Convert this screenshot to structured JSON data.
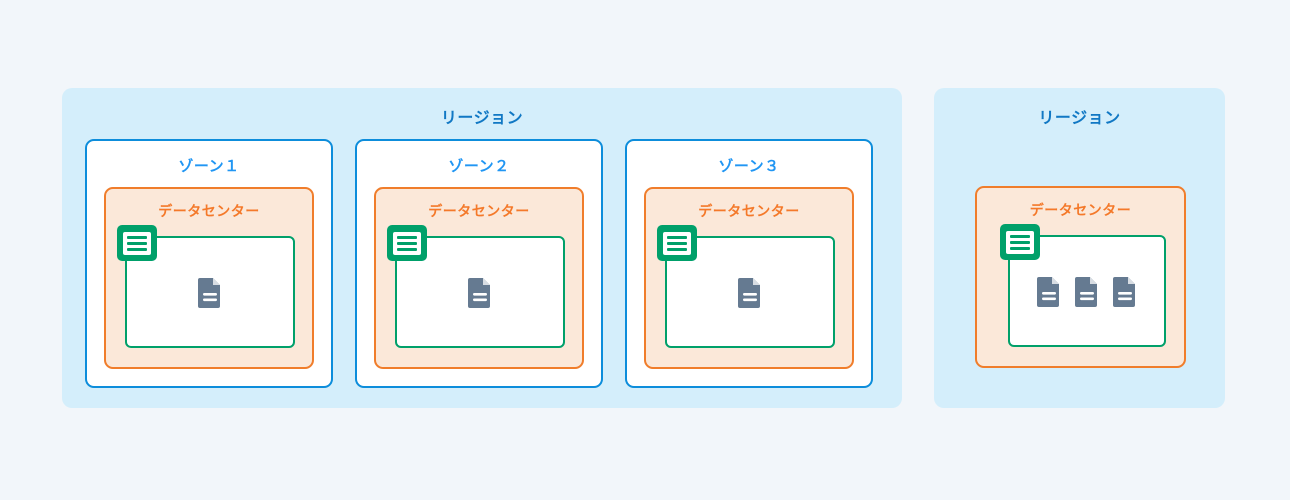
{
  "background_color": "#f2f6fa",
  "colors": {
    "region_fill": "#d4eefb",
    "region_title": "#1178c4",
    "zone_border": "#0d8ddb",
    "zone_title": "#2196f3",
    "zone_fill": "#ffffff",
    "datacenter_fill": "#fbe8d9",
    "datacenter_border": "#f07d2b",
    "datacenter_title": "#f4792a",
    "server_border": "#00a06a",
    "tab_icon": "#00a06a",
    "document_icon": "#657a91"
  },
  "regions": [
    {
      "title": "リージョン",
      "zones": [
        {
          "title": "ゾーン１",
          "datacenter": {
            "title": "データセンター",
            "tab_icon": "server-tab-icon",
            "documents": [
              "document-icon"
            ]
          }
        },
        {
          "title": "ゾーン２",
          "datacenter": {
            "title": "データセンター",
            "tab_icon": "server-tab-icon",
            "documents": [
              "document-icon"
            ]
          }
        },
        {
          "title": "ゾーン３",
          "datacenter": {
            "title": "データセンター",
            "tab_icon": "server-tab-icon",
            "documents": [
              "document-icon"
            ]
          }
        }
      ]
    },
    {
      "title": "リージョン",
      "zones": [],
      "datacenter": {
        "title": "データセンター",
        "tab_icon": "server-tab-icon",
        "documents": [
          "document-icon",
          "document-icon",
          "document-icon"
        ]
      }
    }
  ]
}
